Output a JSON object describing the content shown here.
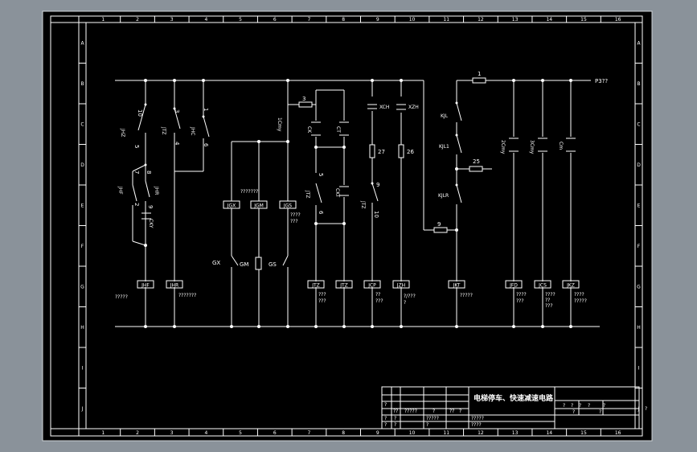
{
  "colors": {
    "app_bg": "#8a929a",
    "sheet_bg": "#000000",
    "line": "#ffffff"
  },
  "border_columns": [
    "1",
    "2",
    "3",
    "4",
    "5",
    "6",
    "7",
    "8",
    "9",
    "10",
    "11",
    "12",
    "13",
    "14",
    "15",
    "16"
  ],
  "border_rows": [
    "A",
    "B",
    "C",
    "D",
    "E",
    "F",
    "G",
    "H",
    "I",
    "J"
  ],
  "component_labels": [
    {
      "id": "lbl-10-top",
      "text": "10"
    },
    {
      "id": "lbl-3-top",
      "text": "3"
    },
    {
      "id": "lbl-1-top",
      "text": "1"
    },
    {
      "id": "lbl-jhz-left",
      "text": "JHZ"
    },
    {
      "id": "lbl-jtz-left",
      "text": "JTZ"
    },
    {
      "id": "lbl-jhc-left",
      "text": "JHC"
    },
    {
      "id": "lbl-5-left",
      "text": "5"
    },
    {
      "id": "lbl-4-left",
      "text": "4"
    },
    {
      "id": "lbl-6-left",
      "text": "6"
    },
    {
      "id": "lbl-7-left",
      "text": "7"
    },
    {
      "id": "lbl-8-left",
      "text": "8"
    },
    {
      "id": "lbl-jhf",
      "text": "JHF"
    },
    {
      "id": "lbl-jhr",
      "text": "JHR"
    },
    {
      "id": "lbl-2",
      "text": "2"
    },
    {
      "id": "lbl-9-left",
      "text": "9"
    },
    {
      "id": "lbl-cky",
      "text": "CKY"
    },
    {
      "id": "lbl-1cmy",
      "text": "1Cmy"
    },
    {
      "id": "lbl-3-res",
      "text": "3"
    },
    {
      "id": "lbl-ck",
      "text": "CK"
    },
    {
      "id": "lbl-ct",
      "text": "CT"
    },
    {
      "id": "lbl-5-mid",
      "text": "5"
    },
    {
      "id": "lbl-jtz-mid",
      "text": "JTZ"
    },
    {
      "id": "lbl-ckt",
      "text": "CKT"
    },
    {
      "id": "lbl-6-mid",
      "text": "6"
    },
    {
      "id": "lbl-xch",
      "text": "XCH"
    },
    {
      "id": "lbl-xzh",
      "text": "XZH"
    },
    {
      "id": "lbl-27",
      "text": "27"
    },
    {
      "id": "lbl-26",
      "text": "26"
    },
    {
      "id": "lbl-9-mid",
      "text": "9"
    },
    {
      "id": "lbl-jtz-right",
      "text": "JTZ"
    },
    {
      "id": "lbl-10-mid",
      "text": "10"
    },
    {
      "id": "lbl-1-right",
      "text": "1"
    },
    {
      "id": "lbl-p3",
      "text": "P3??"
    },
    {
      "id": "lbl-kjl",
      "text": "KJL"
    },
    {
      "id": "lbl-kjl1",
      "text": "KJL1"
    },
    {
      "id": "lbl-25",
      "text": "25"
    },
    {
      "id": "lbl-kjlr",
      "text": "KJLR"
    },
    {
      "id": "lbl-9-right",
      "text": "9"
    },
    {
      "id": "lbl-2cmy",
      "text": "2Cmy"
    },
    {
      "id": "lbl-3cmy",
      "text": "3Cmy"
    },
    {
      "id": "lbl-cm",
      "text": "Cm"
    },
    {
      "id": "lbl-gx",
      "text": "GX"
    },
    {
      "id": "lbl-gm",
      "text": "GM"
    },
    {
      "id": "lbl-gs",
      "text": "GS"
    },
    {
      "id": "lbl-q-gm",
      "text": "???????"
    }
  ],
  "relay_boxes": [
    {
      "id": "relay-jgx",
      "text": "JGX"
    },
    {
      "id": "relay-jgm",
      "text": "JGM"
    },
    {
      "id": "relay-jgs",
      "text": "JGS"
    },
    {
      "id": "relay-jhf",
      "text": "JHF"
    },
    {
      "id": "relay-jhr",
      "text": "JHR"
    },
    {
      "id": "relay-jtz1",
      "text": "JTZ"
    },
    {
      "id": "relay-jtz2",
      "text": "JTZ"
    },
    {
      "id": "relay-jcp",
      "text": "JCP"
    },
    {
      "id": "relay-jzh",
      "text": "JZH"
    },
    {
      "id": "relay-jkt",
      "text": "JKT"
    },
    {
      "id": "relay-jfd",
      "text": "JFD"
    },
    {
      "id": "relay-jcs",
      "text": "JCS"
    },
    {
      "id": "relay-jkz",
      "text": "JKZ"
    }
  ],
  "notes": [
    {
      "id": "note-a",
      "lines": [
        "?????"
      ]
    },
    {
      "id": "note-b",
      "lines": [
        "???????"
      ]
    },
    {
      "id": "note-c",
      "lines": [
        "????",
        "???"
      ]
    },
    {
      "id": "note-d",
      "lines": [
        "???",
        "???"
      ]
    },
    {
      "id": "note-e",
      "lines": [
        "??",
        "???"
      ]
    },
    {
      "id": "note-f",
      "lines": [
        "?/???",
        "?"
      ]
    },
    {
      "id": "note-g",
      "lines": [
        "?????"
      ]
    },
    {
      "id": "note-h",
      "lines": [
        "????",
        "???"
      ]
    },
    {
      "id": "note-i",
      "lines": [
        "????",
        "??",
        "???"
      ]
    },
    {
      "id": "note-j",
      "lines": [
        "????",
        "?????"
      ]
    }
  ],
  "title_block": {
    "title": "电梯停车、快速减速电路",
    "right_cells": [
      "?",
      "?",
      "?",
      "?",
      "?",
      "?"
    ],
    "right_cell_b": "?",
    "small_cells": [
      "?",
      "??",
      "?????",
      "?",
      "??",
      "?"
    ],
    "row_2": [
      "?",
      "?",
      "?????",
      "?????"
    ],
    "row_3": [
      "?",
      "?",
      "?",
      "????"
    ],
    "side_mark": "?"
  }
}
